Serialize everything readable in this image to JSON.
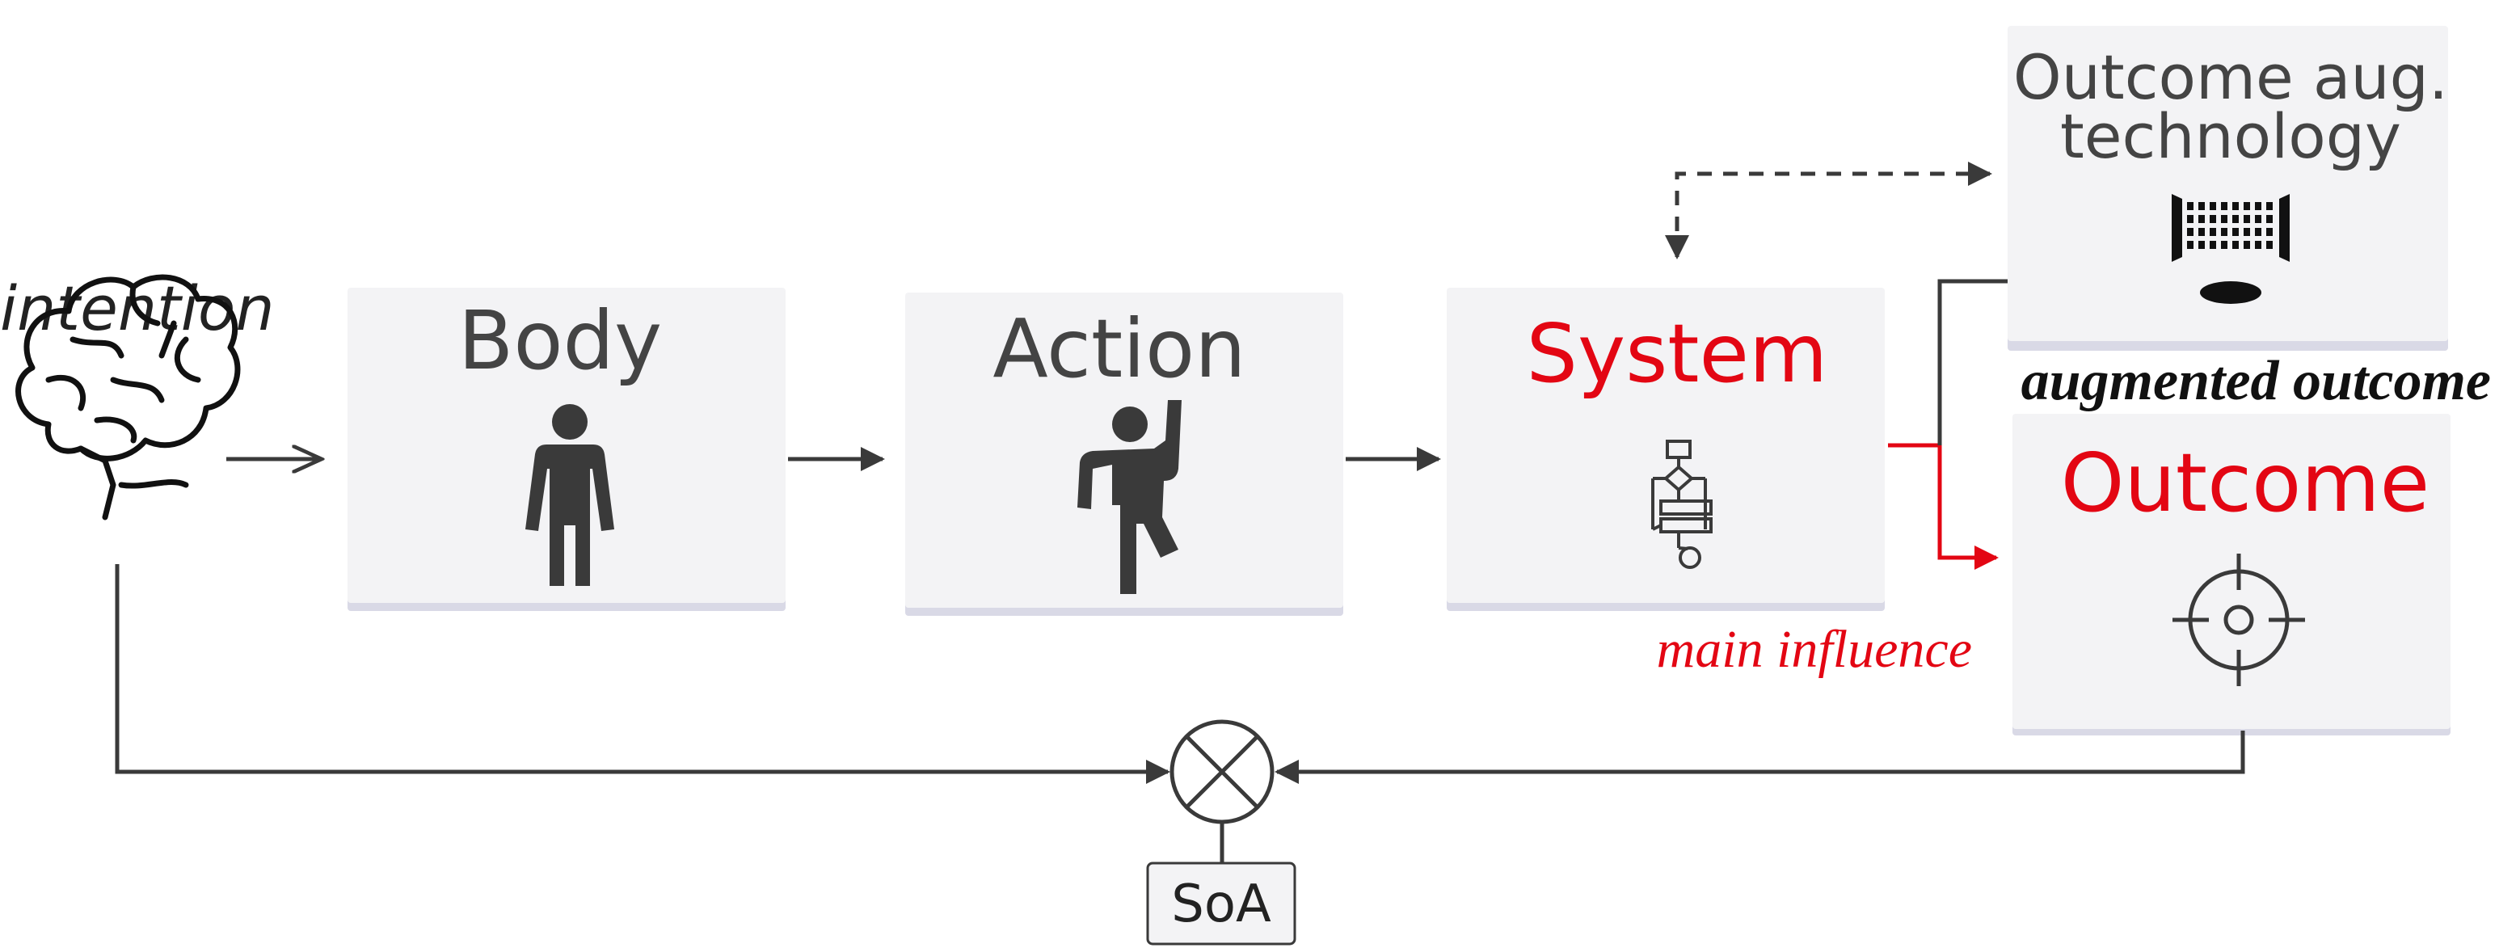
{
  "intention_label": "intention",
  "nodes": {
    "body": {
      "label": "Body"
    },
    "action": {
      "label": "Action"
    },
    "system": {
      "label": "System"
    },
    "tech": {
      "line1": "Outcome aug.",
      "line2": "technology"
    },
    "outcome": {
      "label": "Outcome"
    }
  },
  "annotations": {
    "augmented_outcome": "augmented outcome",
    "main_influence": "main influence"
  },
  "soa_label": "SoA",
  "colors": {
    "text_dark": "#444444",
    "accent_red": "#e30613",
    "line": "#3a3a3a",
    "box": "#f3f3f5"
  },
  "icons": {
    "intention": "brain-icon",
    "body": "standing-person-icon",
    "action": "active-person-icon",
    "system": "flowchart-icon",
    "tech": "projector-icon",
    "outcome": "target-icon",
    "comparator": "comparator-icon"
  }
}
